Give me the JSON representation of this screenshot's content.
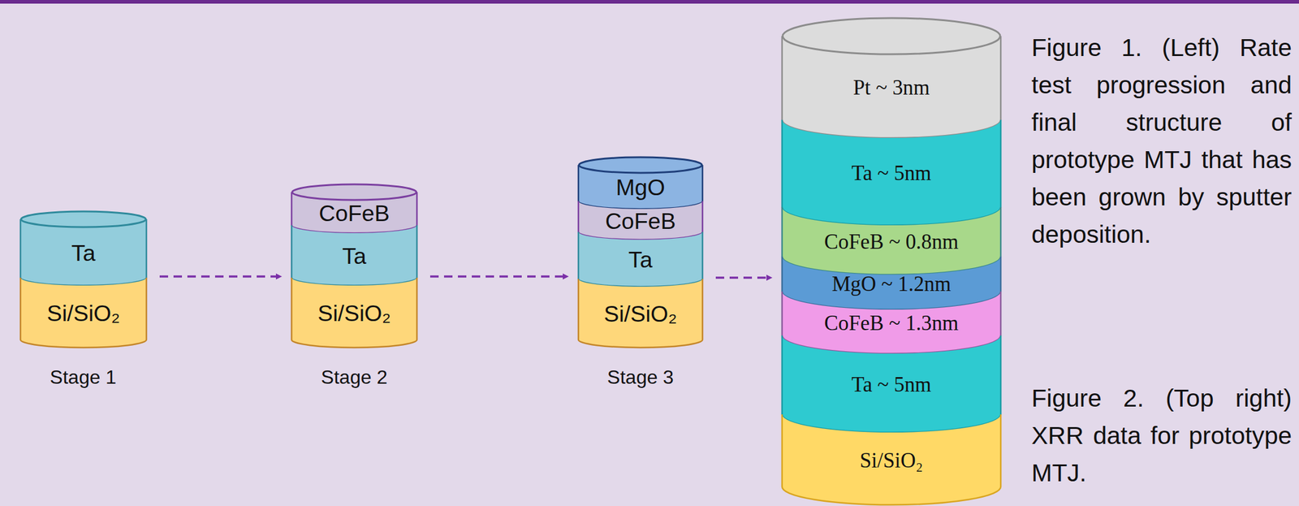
{
  "diagram": {
    "nodes": [
      {
        "text": [
          "Ta"
        ]
      },
      {
        "text": [
          "Si/SiO₂"
        ]
      },
      {
        "text": [
          "CoFeB"
        ]
      },
      {
        "text": [
          "Ta"
        ]
      },
      {
        "text": [
          "Si/SiO₂"
        ]
      },
      {
        "text": [
          "MgO"
        ]
      },
      {
        "text": [
          "CoFeB"
        ]
      },
      {
        "text": [
          "Ta"
        ]
      },
      {
        "text": [
          "Si/SiO₂"
        ]
      },
      {
        "text": [
          "Pt ~ 3nm"
        ]
      },
      {
        "text": [
          "Ta ~ 5nm"
        ]
      },
      {
        "text": [
          "CoFeB ~ 0.8nm"
        ]
      },
      {
        "text": [
          "MgO ~ 1.2nm"
        ]
      },
      {
        "text": [
          "CoFeB ~ 1.3nm"
        ]
      },
      {
        "text": [
          "Ta ~ 5nm"
        ]
      },
      {
        "text": [
          "Si/SiO₂"
        ]
      }
    ],
    "edges": [
      {
        "from": 0,
        "to": 3,
        "arrow": "to"
      },
      {
        "from": 3,
        "to": 7,
        "arrow": "to"
      },
      {
        "from": 7,
        "to": 12,
        "arrow": "to"
      }
    ],
    "labels": [
      "Stage 1",
      "Stage 2",
      "Stage 3",
      "Figure 1. (Left) Rate test progression and final structure of prototype MTJ that has been grown by sputter deposition.",
      "Figure 2. (Top right) XRR data for prototype MTJ."
    ]
  }
}
